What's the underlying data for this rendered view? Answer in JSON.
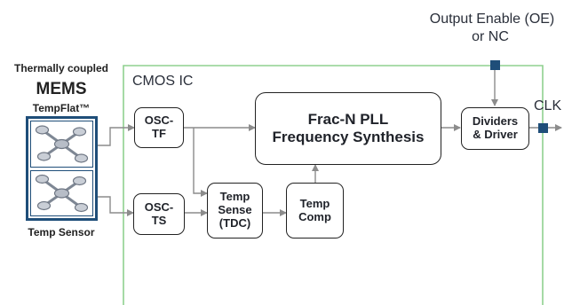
{
  "labels": {
    "output_enable": "Output Enable (OE)",
    "or_nc": "or NC",
    "thermally_coupled": "Thermally coupled",
    "mems": "MEMS",
    "tempflat": "TempFlat™",
    "temp_sensor": "Temp Sensor",
    "cmos_ic": "CMOS IC",
    "clk": "CLK"
  },
  "blocks": {
    "osc_tf": "OSC-\nTF",
    "osc_ts": "OSC-\nTS",
    "frac_n_pll": "Frac-N PLL\nFrequency Synthesis",
    "dividers": "Dividers\n& Driver",
    "temp_sense": "Temp\nSense\n(TDC)",
    "temp_comp": "Temp\nComp"
  },
  "colors": {
    "cmos_border": "#8fd18f",
    "mems_border": "#1f4e79",
    "pin": "#1f4e79",
    "arrow": "#8c8c8c",
    "block_border": "#222222"
  },
  "icons": {
    "resonator": "mems-resonator-icon"
  }
}
